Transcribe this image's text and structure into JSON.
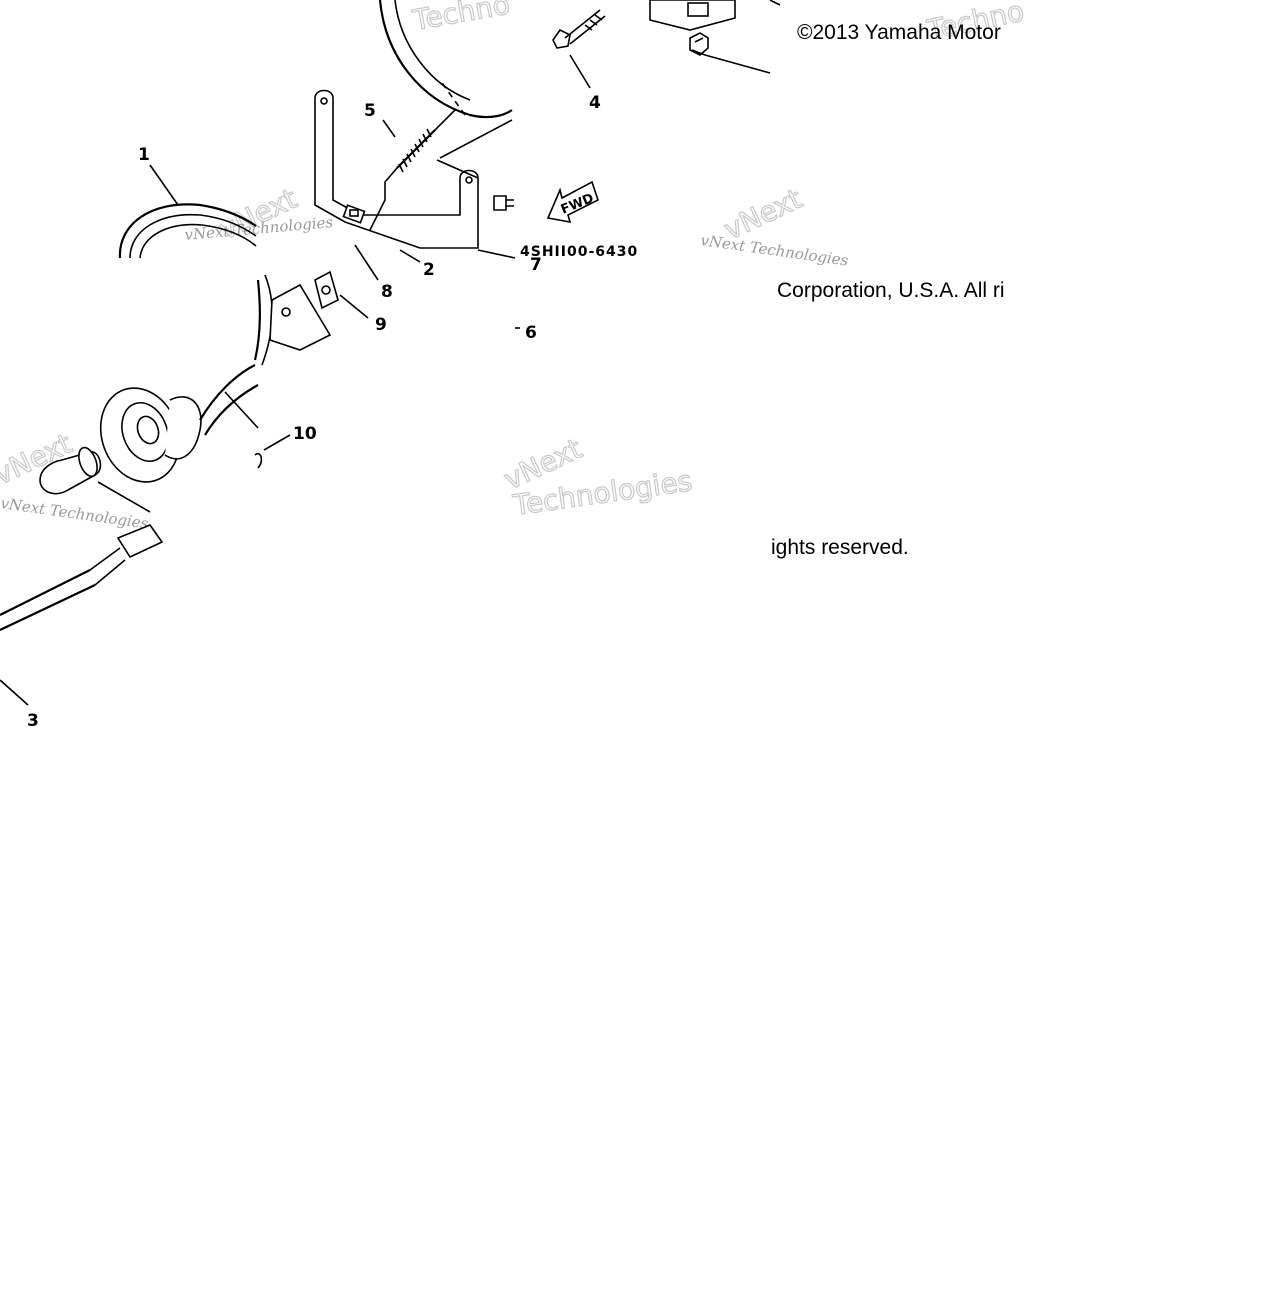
{
  "copyright": {
    "line1": "©2013 Yamaha Motor",
    "line2": "Corporation, U.S.A. All ri",
    "line3": "ights reserved.",
    "cut_off_text": "4SHII00-6430"
  },
  "diagram": {
    "part_number": "4SHII00-6430",
    "direction_label": "FWD",
    "callouts": [
      "1",
      "2",
      "3",
      "4",
      "5",
      "6",
      "7",
      "8",
      "9",
      "10"
    ]
  },
  "watermark": {
    "small": "vNext Technologies",
    "big_1": "Techno",
    "big_2": "vNext",
    "big_3": "Technologies"
  }
}
